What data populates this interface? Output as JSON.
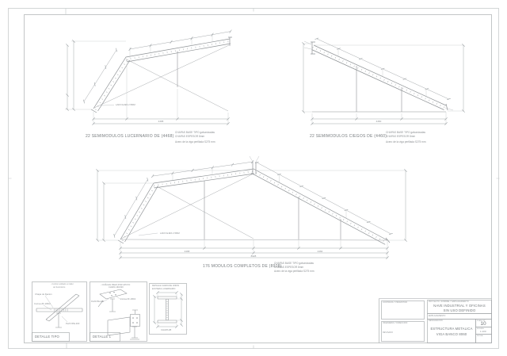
{
  "drawings": {
    "left": {
      "title": "22  SEMIMODULOS LUCERNARIO DE (4468)",
      "notes": [
        "CHAPAS BASE TIPO galvanizadas",
        "CHAPAS ESPESOR 8mm",
        "Acero de la viga perfilada S275 mm"
      ],
      "dim_total": "4468",
      "weld_note": "LADO EJES 2.5MM"
    },
    "right": {
      "title": "22  SEMIMODULOS CIEGOS DE (4460)",
      "notes": [
        "CHAPAS BASE TIPO galvanizadas",
        "CHAPAS ESPESOR 8mm",
        "Acero de la viga perfilada S275 mm"
      ],
      "dim_total": "4460"
    },
    "center": {
      "title": "176 MODULOS COMPLETOS DE (8928)",
      "notes": [
        "CHAPAS BASE TIPO galvanizadas",
        "CHAPAS ESPESOR 8mm",
        "Acero de la viga perfilada S275 mm"
      ],
      "dim_left": "4468",
      "dim_right": "4460",
      "dim_total": "8928",
      "weld_note": "LADO EJES 2.5MM"
    }
  },
  "details": {
    "d1": {
      "title": "DETALLE TIPO",
      "note1": "- Cordon soldado en taller",
      "note2": "de Suministro",
      "label_chapa": "Chapa de fijacion",
      "label_correa": "Correa ZF-180/2",
      "label_perfil": "Perfil IPE-200"
    },
    "d2": {
      "title": "DETALLE 1",
      "note": "- CUÑA EN PIEZA POR APOYO",
      "label_chapa": "CHAPA 160/100",
      "label_perfil": "Perfil IPE-200",
      "label_correa": "Correa ZF-180/2"
    },
    "d3": {
      "title1": "DETALLE CHAPA DE UNION",
      "title2": "EN PIEZA LUCERNARIO",
      "label": "CHAPA #8"
    }
  },
  "titleblock": {
    "contractor_label": "CONTRATA Y PROMOTOR",
    "engineering_label": "INGENIERIA Y DIRECCION",
    "revision_label": "REVISADO",
    "project_label": "PROYECTO. NOMBRE Y EMPLAZAMIENTO",
    "project_line1": "NAVE INDUSTRIAL Y OFICINAS",
    "project_line2": "SIN USO DEFINIDO",
    "location_label": "EMPLAZAMIENTO",
    "designation_label": "DESIGNACION",
    "drawing_line1": "ESTRUCTURA METALICA",
    "drawing_line2": "VIGA BANCO 8060",
    "sheet_label": "PLANO Nº",
    "sheet_number": "10",
    "scale_label": "ESCALA",
    "scale_value": "1:100",
    "date_label": "FECHA"
  }
}
